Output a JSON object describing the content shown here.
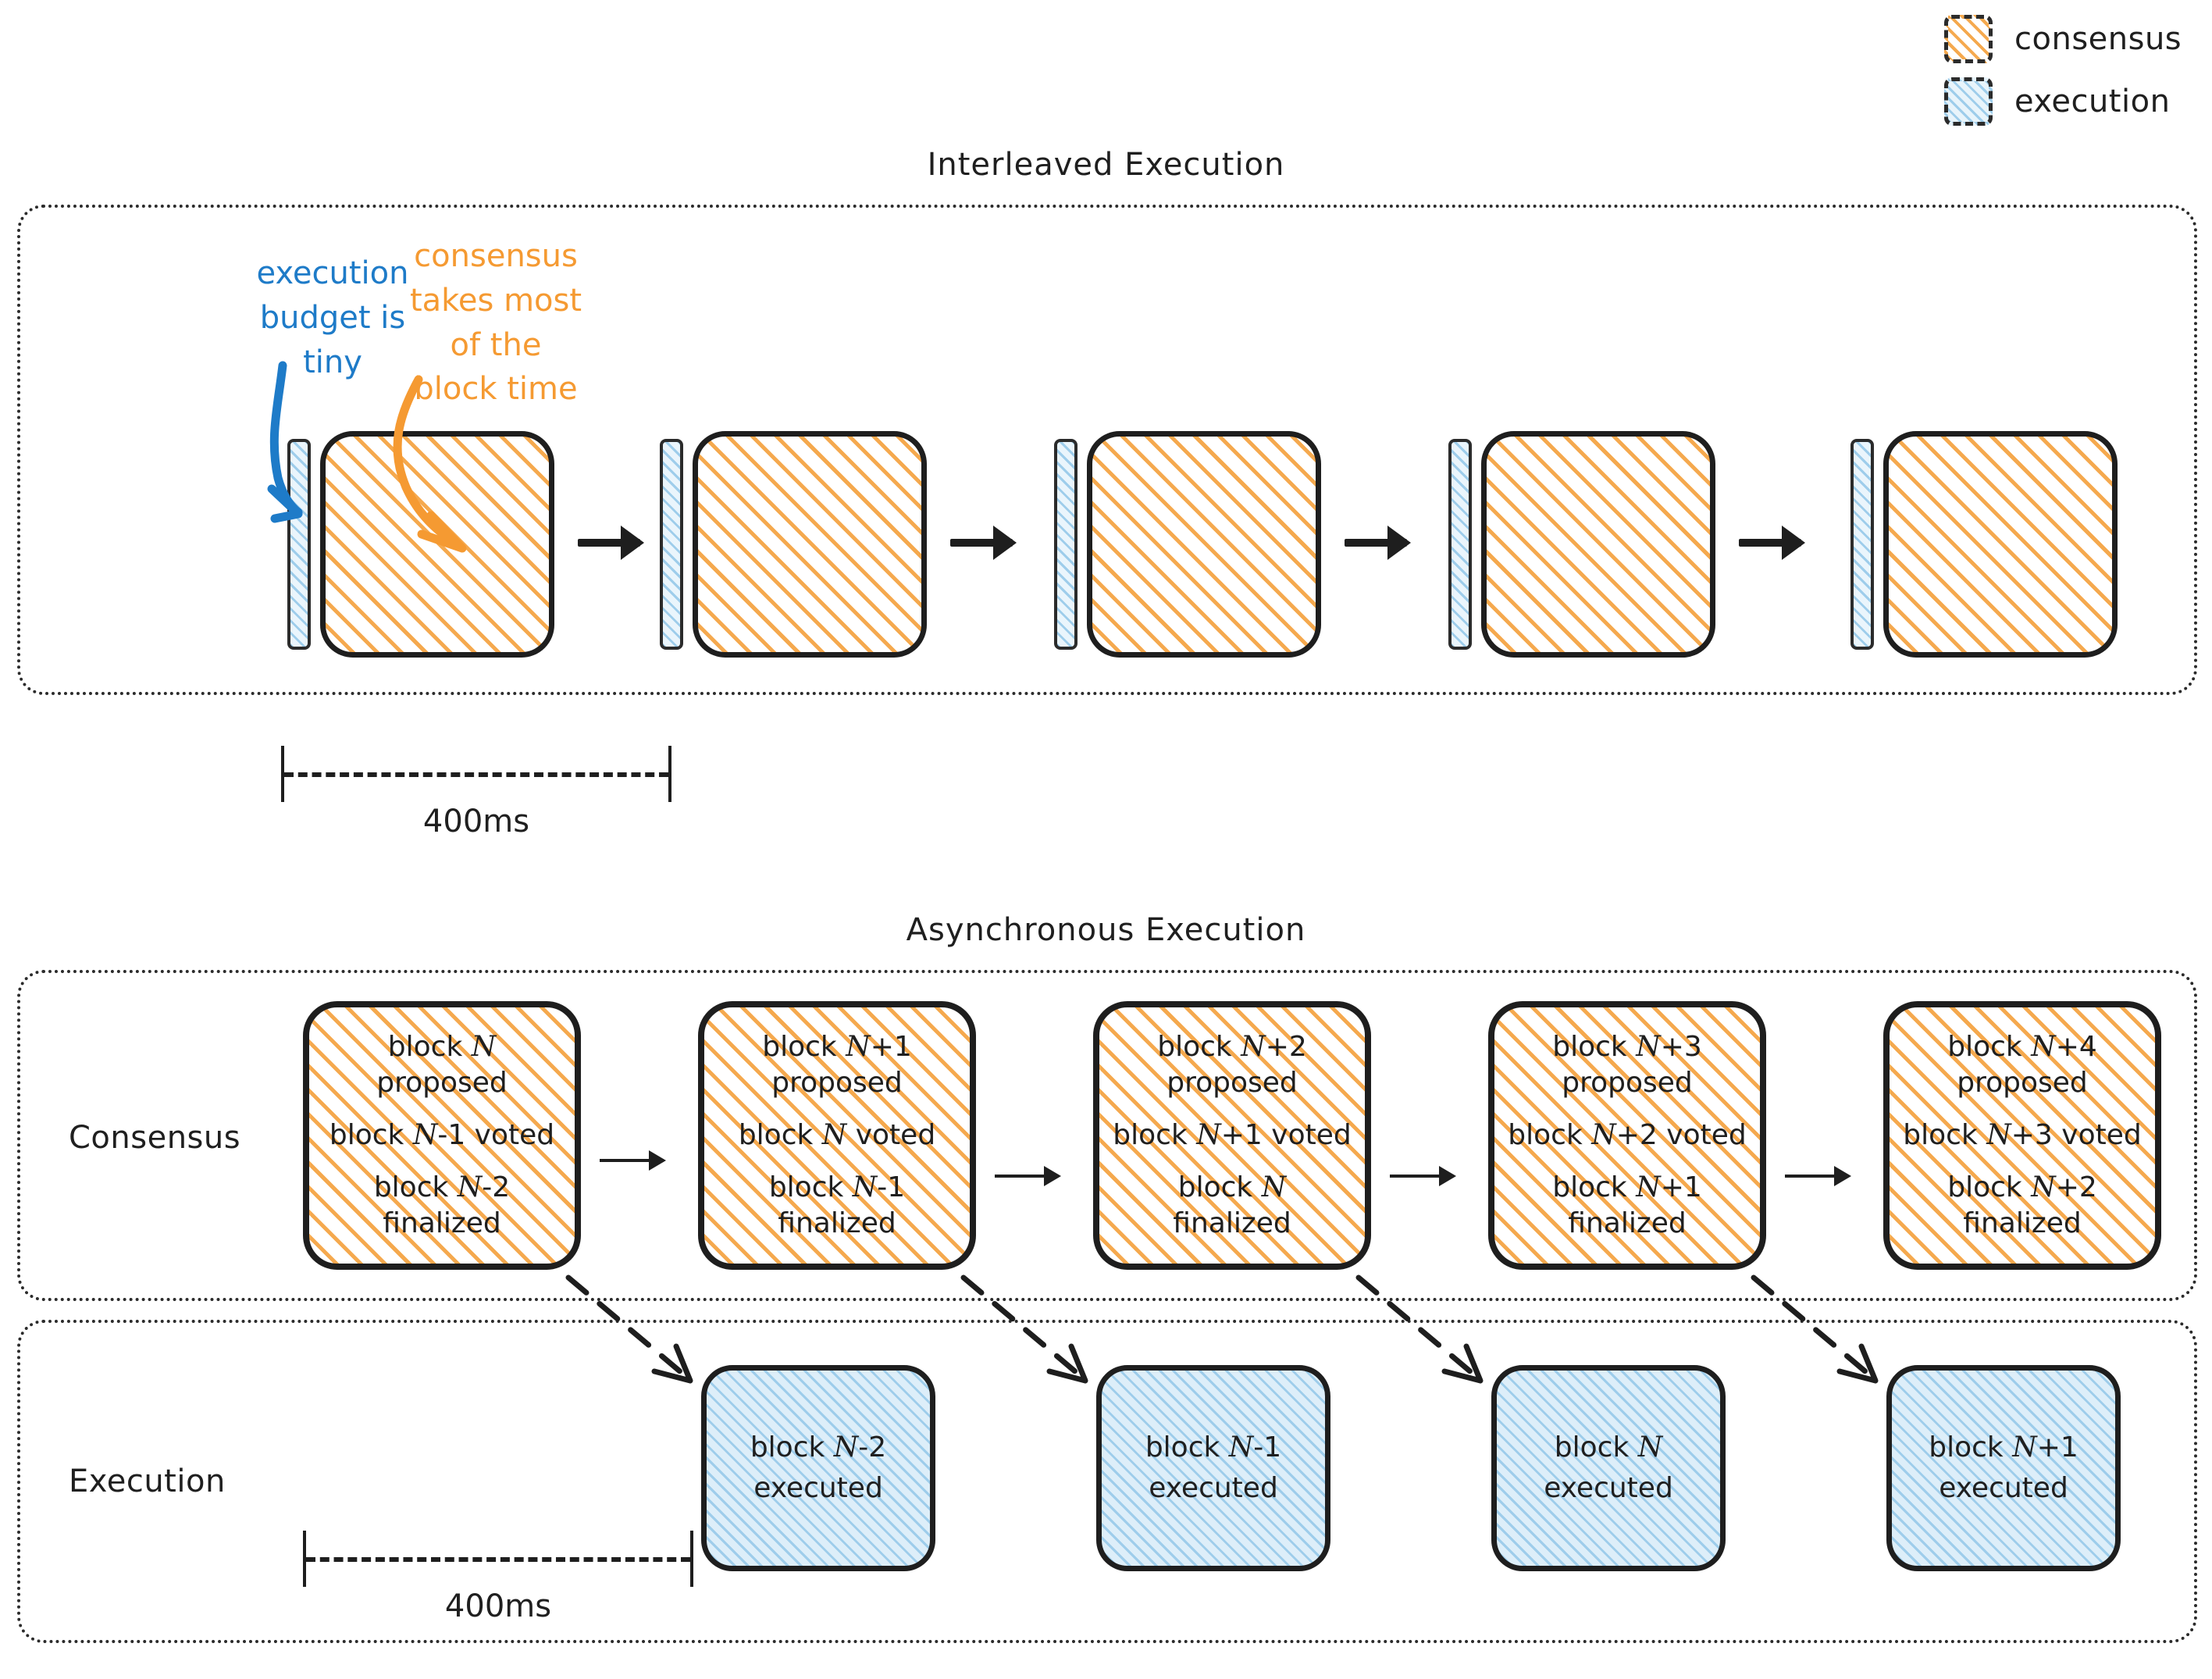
{
  "legend": {
    "items": [
      {
        "label": "consensus",
        "icon": "consensus-swatch-icon",
        "color": "#F5A94E"
      },
      {
        "label": "execution",
        "icon": "execution-swatch-icon",
        "color": "#9ecdeb"
      }
    ]
  },
  "sections": {
    "interleaved": {
      "title": "Interleaved Execution",
      "annotations": [
        {
          "text": "execution budget is tiny",
          "color": "#1E7BC8"
        },
        {
          "text": "consensus takes most of the block time",
          "color": "#F59A32"
        }
      ],
      "scale_label": "400ms",
      "blocks": [
        {
          "execution_bar": "execution",
          "consensus": "consensus"
        },
        {
          "execution_bar": "execution",
          "consensus": "consensus"
        },
        {
          "execution_bar": "execution",
          "consensus": "consensus"
        },
        {
          "execution_bar": "execution",
          "consensus": "consensus"
        },
        {
          "execution_bar": "execution",
          "consensus": "consensus"
        }
      ]
    },
    "asynchronous": {
      "title": "Asynchronous Execution",
      "consensus_row_label": "Consensus",
      "execution_row_label": "Execution",
      "scale_label": "400ms",
      "consensus_blocks": [
        {
          "proposed": "block N proposed",
          "voted": "block N-1 voted",
          "finalized": "block N-2 finalized"
        },
        {
          "proposed": "block N+1 proposed",
          "voted": "block N voted",
          "finalized": "block N-1 finalized"
        },
        {
          "proposed": "block N+2 proposed",
          "voted": "block N+1 voted",
          "finalized": "block N finalized"
        },
        {
          "proposed": "block N+3 proposed",
          "voted": "block N+2 voted",
          "finalized": "block N+1 finalized"
        },
        {
          "proposed": "block N+4 proposed",
          "voted": "block N+3 voted",
          "finalized": "block N+2 finalized"
        }
      ],
      "execution_blocks": [
        {
          "label": "block N-2 executed"
        },
        {
          "label": "block N-1 executed"
        },
        {
          "label": "block N executed"
        },
        {
          "label": "block N+1 executed"
        }
      ]
    }
  }
}
